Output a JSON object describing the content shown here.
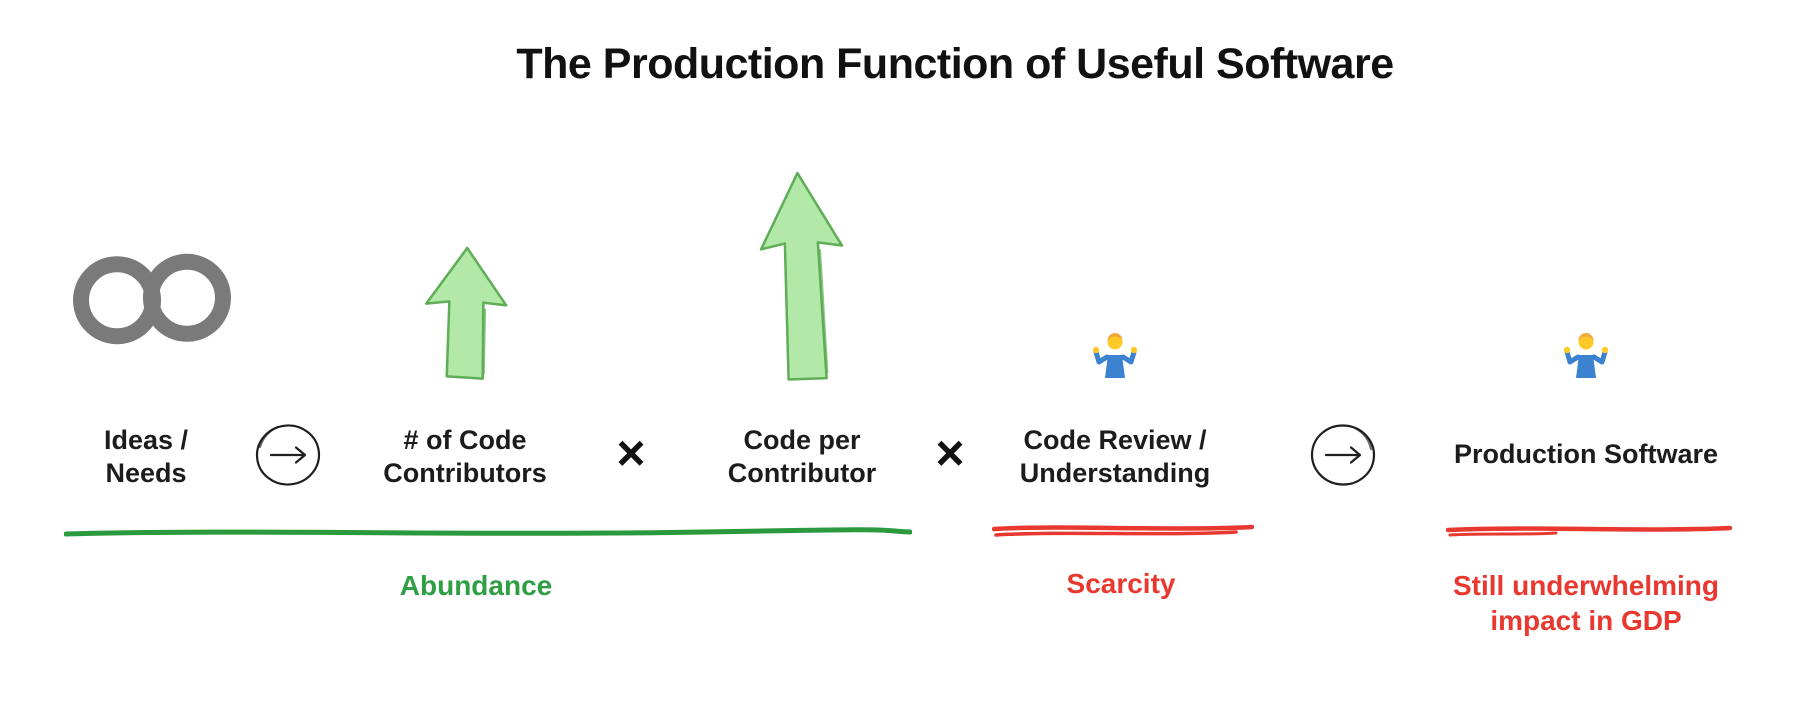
{
  "title": "The Production Function of Useful Software",
  "flow": {
    "ideas": {
      "label": "Ideas /\nNeeds",
      "icon": "infinity-icon"
    },
    "arrow1": {
      "icon": "arrow-in-circle-icon"
    },
    "contributors": {
      "label": "# of Code\nContributors",
      "icon": "green-up-arrow-small-icon"
    },
    "times1": "×",
    "code_per": {
      "label": "Code per\nContributor",
      "icon": "green-up-arrow-large-icon"
    },
    "times2": "×",
    "review": {
      "label": "Code Review /\nUnderstanding",
      "icon": "person-shrugging-icon"
    },
    "arrow2": {
      "icon": "arrow-in-circle-icon"
    },
    "production": {
      "label": "Production Software",
      "icon": "person-shrugging-icon"
    }
  },
  "annotations": {
    "abundance": {
      "label": "Abundance",
      "color": "#2f9e44"
    },
    "scarcity": {
      "label": "Scarcity",
      "color": "#e8382f"
    },
    "gdp": {
      "label": "Still underwhelming\nimpact in GDP",
      "color": "#e8382f"
    }
  },
  "colors": {
    "arrow_fill": "#b2e8a8",
    "arrow_stroke": "#5fad56",
    "abundance_line": "#2b9a3e",
    "scarcity_line": "#e8382f",
    "ink": "#1c1c1c",
    "infinity_gray": "#7a7a7a"
  }
}
